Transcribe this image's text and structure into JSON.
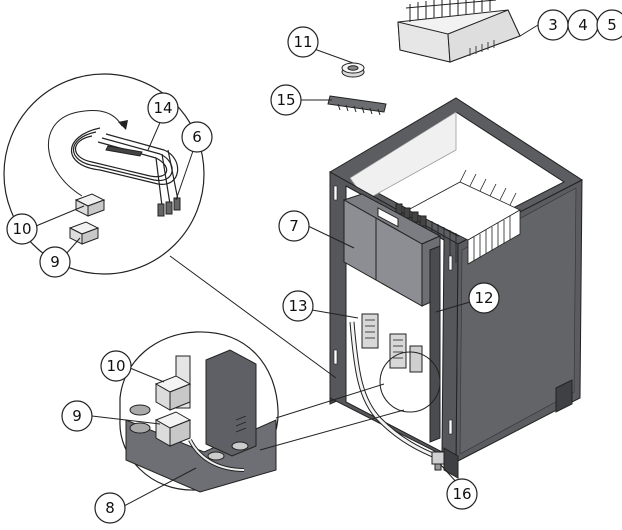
{
  "callouts": [
    {
      "id": "c3",
      "label": "3"
    },
    {
      "id": "c4",
      "label": "4"
    },
    {
      "id": "c5",
      "label": "5"
    },
    {
      "id": "c11",
      "label": "11"
    },
    {
      "id": "c15",
      "label": "15"
    },
    {
      "id": "c14",
      "label": "14"
    },
    {
      "id": "c6",
      "label": "6"
    },
    {
      "id": "c7",
      "label": "7"
    },
    {
      "id": "c10a",
      "label": "10"
    },
    {
      "id": "c9a",
      "label": "9"
    },
    {
      "id": "c13",
      "label": "13"
    },
    {
      "id": "c12",
      "label": "12"
    },
    {
      "id": "c10b",
      "label": "10"
    },
    {
      "id": "c9b",
      "label": "9"
    },
    {
      "id": "c8",
      "label": "8"
    },
    {
      "id": "c16",
      "label": "16"
    }
  ],
  "colors": {
    "panel_dark": "#55565a",
    "panel_mid": "#7a7b80",
    "panel_light": "#c9cacd",
    "line": "#222222"
  }
}
